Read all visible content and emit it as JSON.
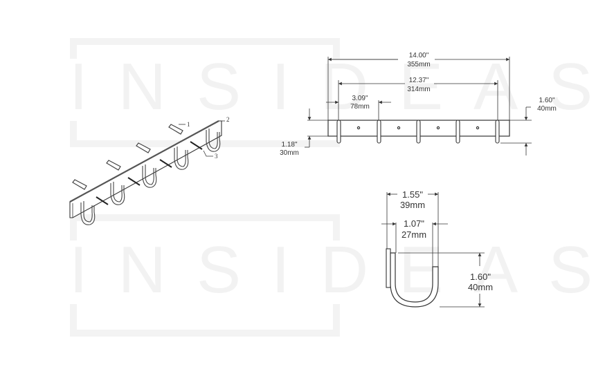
{
  "watermark": {
    "text": "INSIDEAST",
    "color": "#f2f2f2"
  },
  "isometric_view": {
    "callouts": [
      {
        "id": "1",
        "label": "1",
        "part": "wall-anchor"
      },
      {
        "id": "2",
        "label": "2",
        "part": "mounting-plate"
      },
      {
        "id": "3",
        "label": "3",
        "part": "screw"
      }
    ],
    "hook_count": 5,
    "anchor_count": 4,
    "screw_count": 4
  },
  "front_view": {
    "overall_length": {
      "imperial": "14.00\"",
      "metric": "355mm"
    },
    "hook_span": {
      "imperial": "12.37\"",
      "metric": "314mm"
    },
    "hook_spacing": {
      "imperial": "3.09\"",
      "metric": "78mm"
    },
    "plate_height": {
      "imperial": "1.18\"",
      "metric": "30mm"
    },
    "hook_drop": {
      "imperial": "1.60\"",
      "metric": "40mm"
    },
    "hole_count": 4
  },
  "side_view": {
    "hook_outer_width": {
      "imperial": "1.55\"",
      "metric": "39mm"
    },
    "hook_inner_width": {
      "imperial": "1.07\"",
      "metric": "27mm"
    },
    "hook_height": {
      "imperial": "1.60\"",
      "metric": "40mm"
    }
  }
}
